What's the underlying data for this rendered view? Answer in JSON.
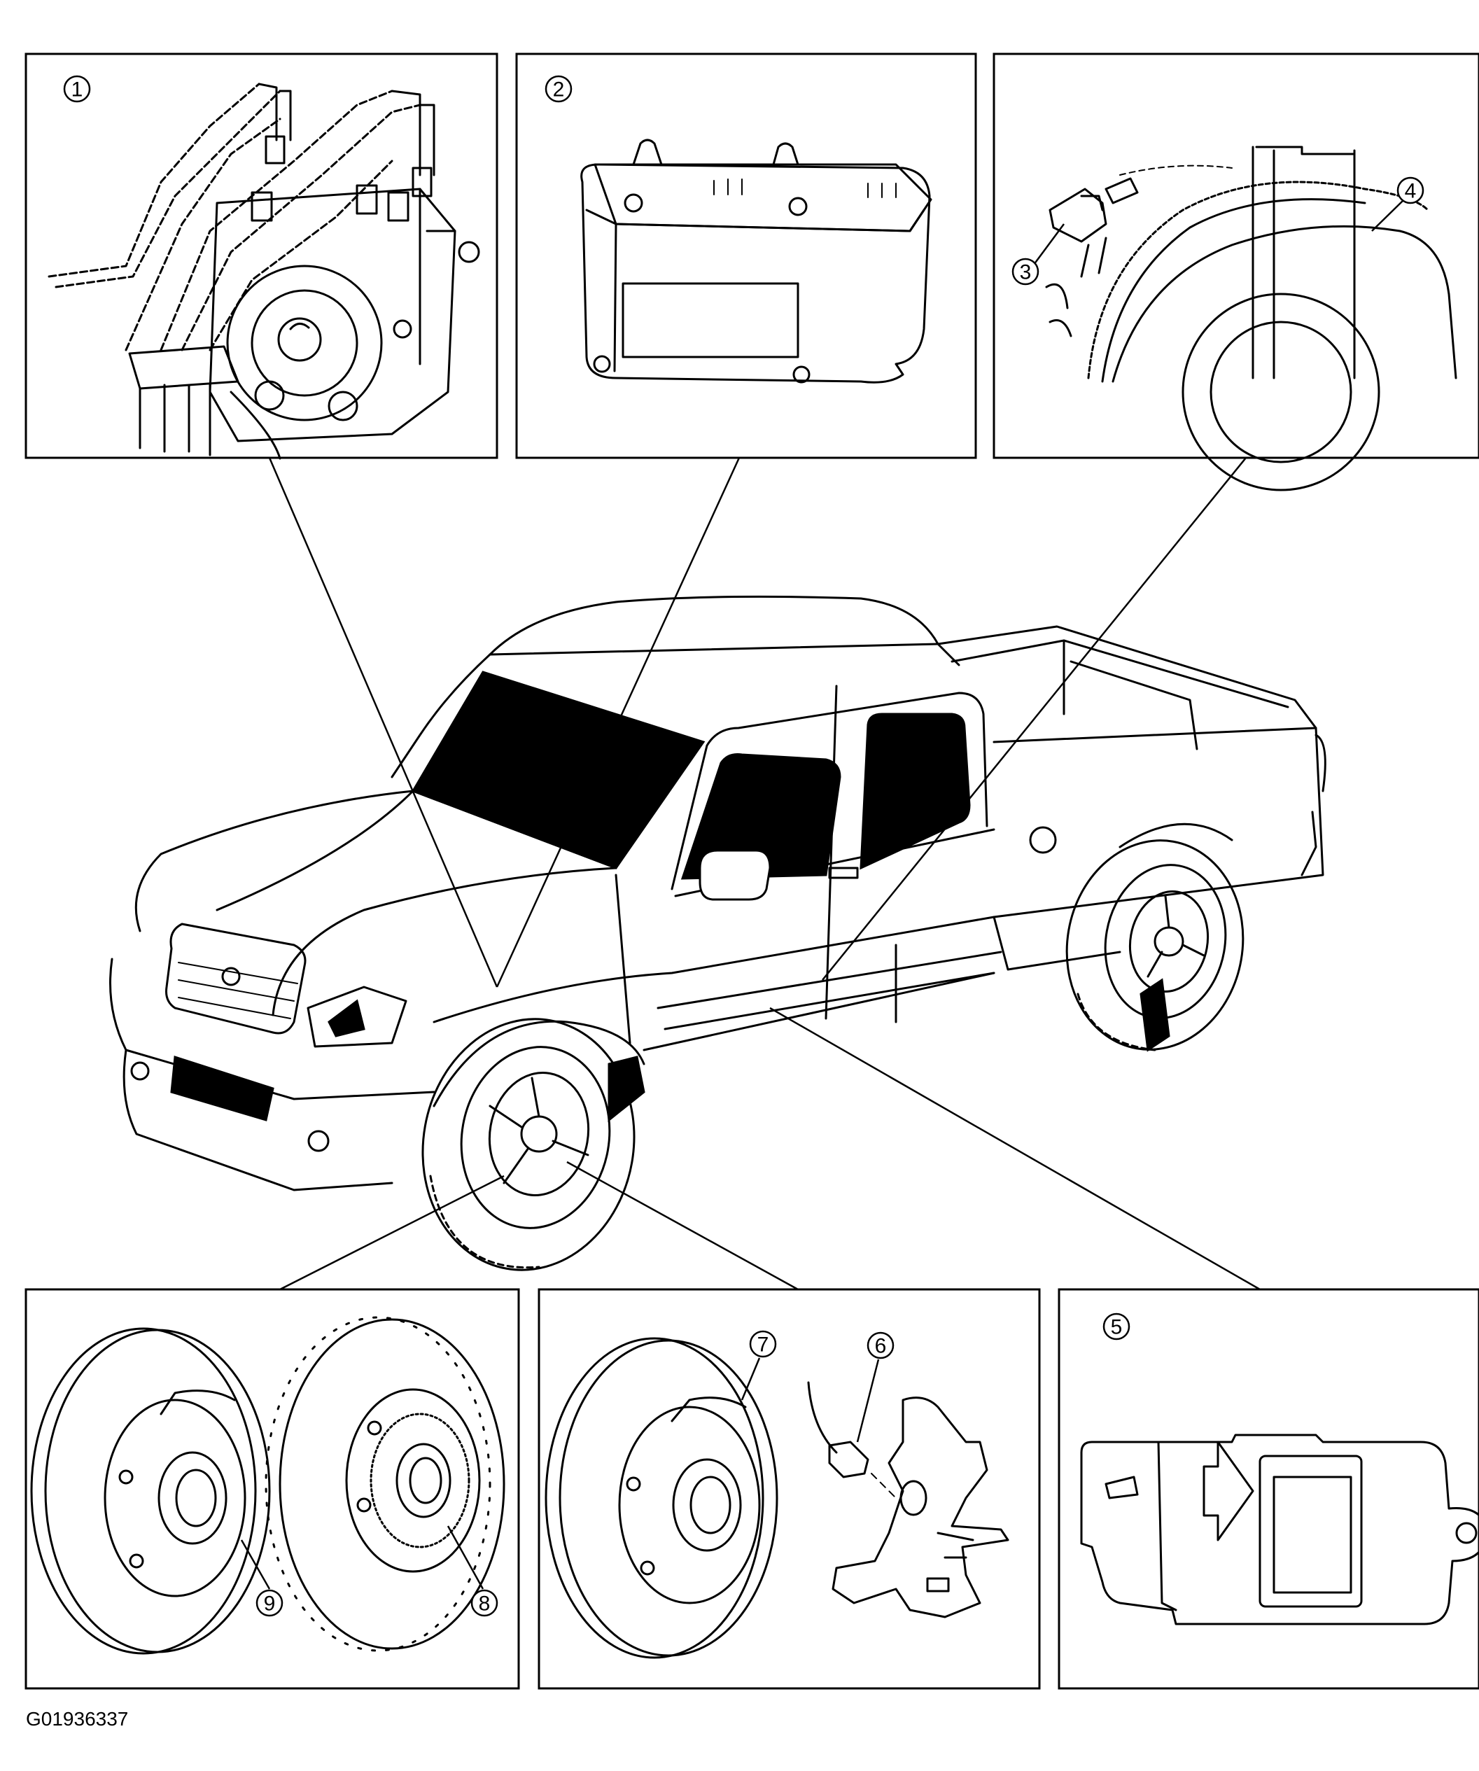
{
  "figure_code": "G01936337",
  "callouts": {
    "c1": "1",
    "c2": "2",
    "c3": "3",
    "c4": "4",
    "c5": "5",
    "c6": "6",
    "c7": "7",
    "c8": "8",
    "c9": "9"
  },
  "line_color": "#000000",
  "background_color": "#ffffff"
}
